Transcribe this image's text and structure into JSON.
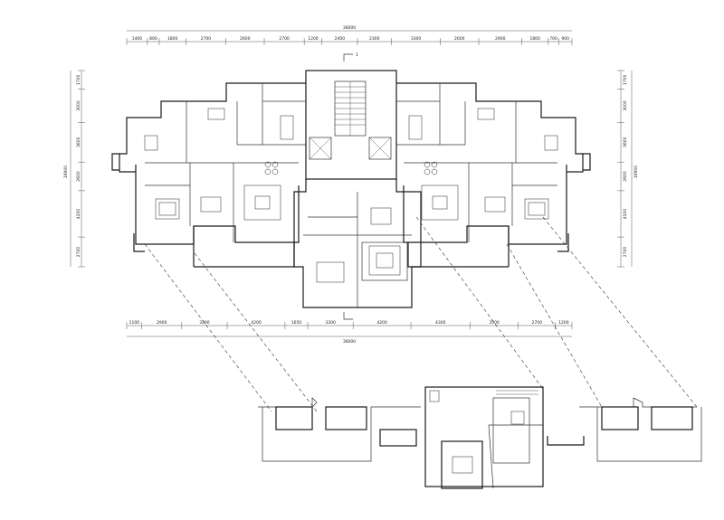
{
  "drawing": {
    "section_marker": "1",
    "top_dimensions": {
      "total": "36000",
      "segments": [
        "1400",
        "800",
        "1800",
        "2700",
        "2600",
        "2700",
        "1200",
        "2400",
        "2300",
        "3300",
        "2600",
        "2900",
        "1800",
        "700",
        "900"
      ]
    },
    "bottom_dimensions": {
      "total": "36000",
      "segments": [
        "1100",
        "2900",
        "3300",
        "4200",
        "1650",
        "3300",
        "4200",
        "4300",
        "3500",
        "2700",
        "1200"
      ]
    },
    "left_dimensions": {
      "total": "16900",
      "segments": [
        "1700",
        "3000",
        "3600",
        "2600",
        "4200",
        "2700"
      ]
    },
    "right_dimensions": {
      "total": "16900",
      "segments": [
        "1700",
        "3000",
        "3600",
        "2600",
        "4200",
        "2700"
      ]
    }
  }
}
